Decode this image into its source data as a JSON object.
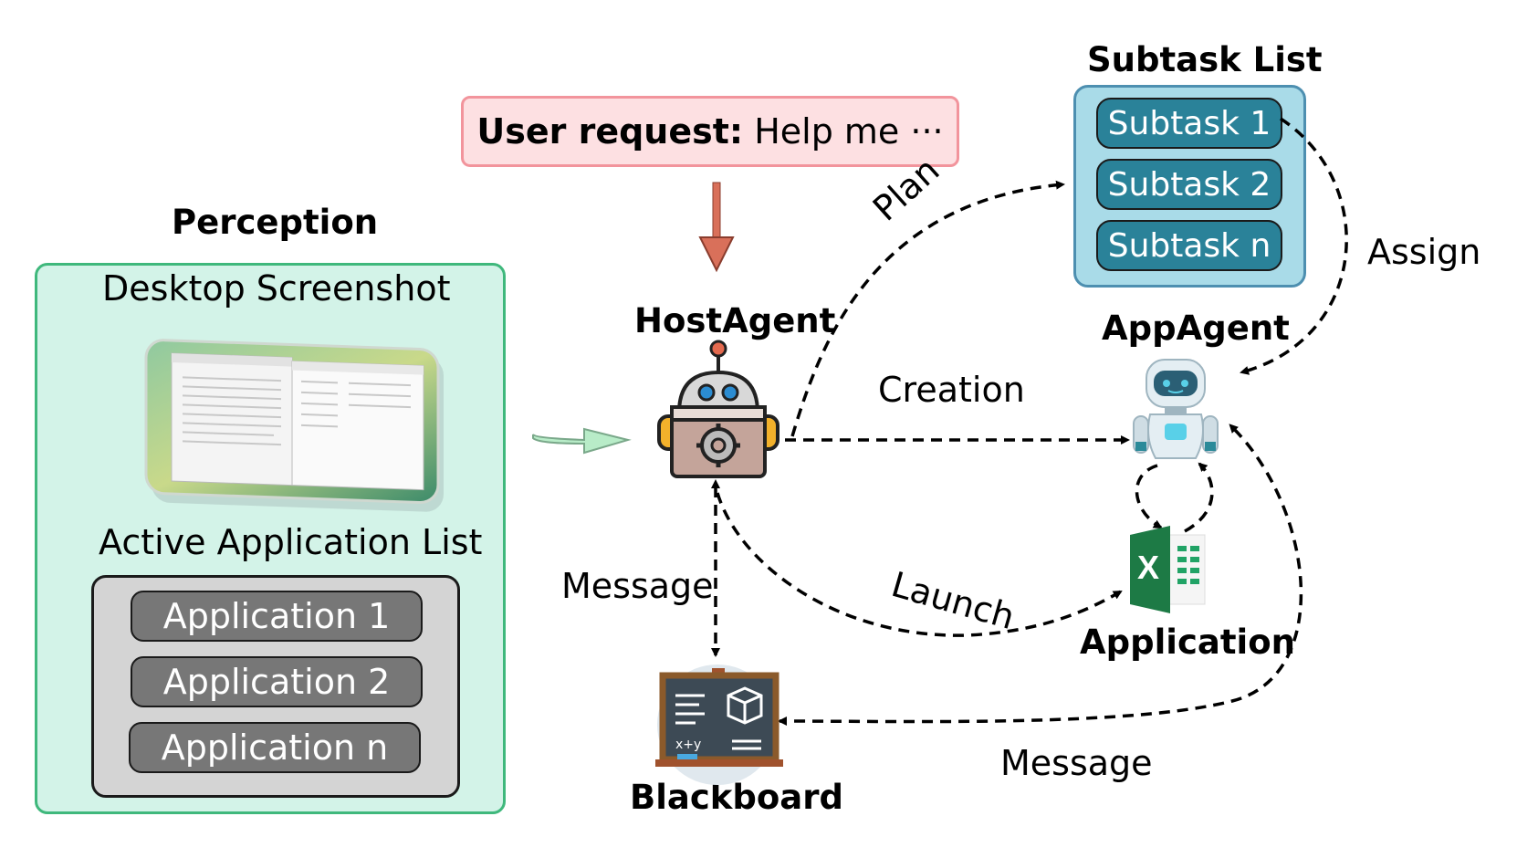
{
  "perception": {
    "title": "Perception",
    "screenshot_label": "Desktop Screenshot",
    "app_list_label": "Active Application List",
    "applications": [
      "Application 1",
      "Application 2",
      "Application n"
    ]
  },
  "user_request": {
    "prefix": "User request:",
    "text": "Help me ···"
  },
  "subtask_list": {
    "title": "Subtask List",
    "items": [
      "Subtask 1",
      "Subtask 2",
      "Subtask n"
    ]
  },
  "nodes": {
    "host_agent": "HostAgent",
    "app_agent": "AppAgent",
    "application": "Application",
    "blackboard": "Blackboard"
  },
  "edges": {
    "plan": "Plan",
    "assign": "Assign",
    "creation": "Creation",
    "launch": "Launch",
    "message_left": "Message",
    "message_bottom": "Message"
  },
  "colors": {
    "perception_fill": "#d3f3e8",
    "perception_border": "#3fb87c",
    "request_fill": "#fde0e2",
    "request_border": "#f2949c",
    "subtask_fill": "#a9dbe8",
    "subtask_pill": "#2a8299",
    "app_pill": "#777777",
    "down_arrow": "#d9705a",
    "right_arrow": "#b8ecc8"
  },
  "icons": {
    "screenshot": "desktop-screenshot-icon",
    "host_agent": "robot-gear-icon",
    "app_agent": "robot-icon",
    "application": "excel-icon",
    "blackboard": "blackboard-icon"
  }
}
